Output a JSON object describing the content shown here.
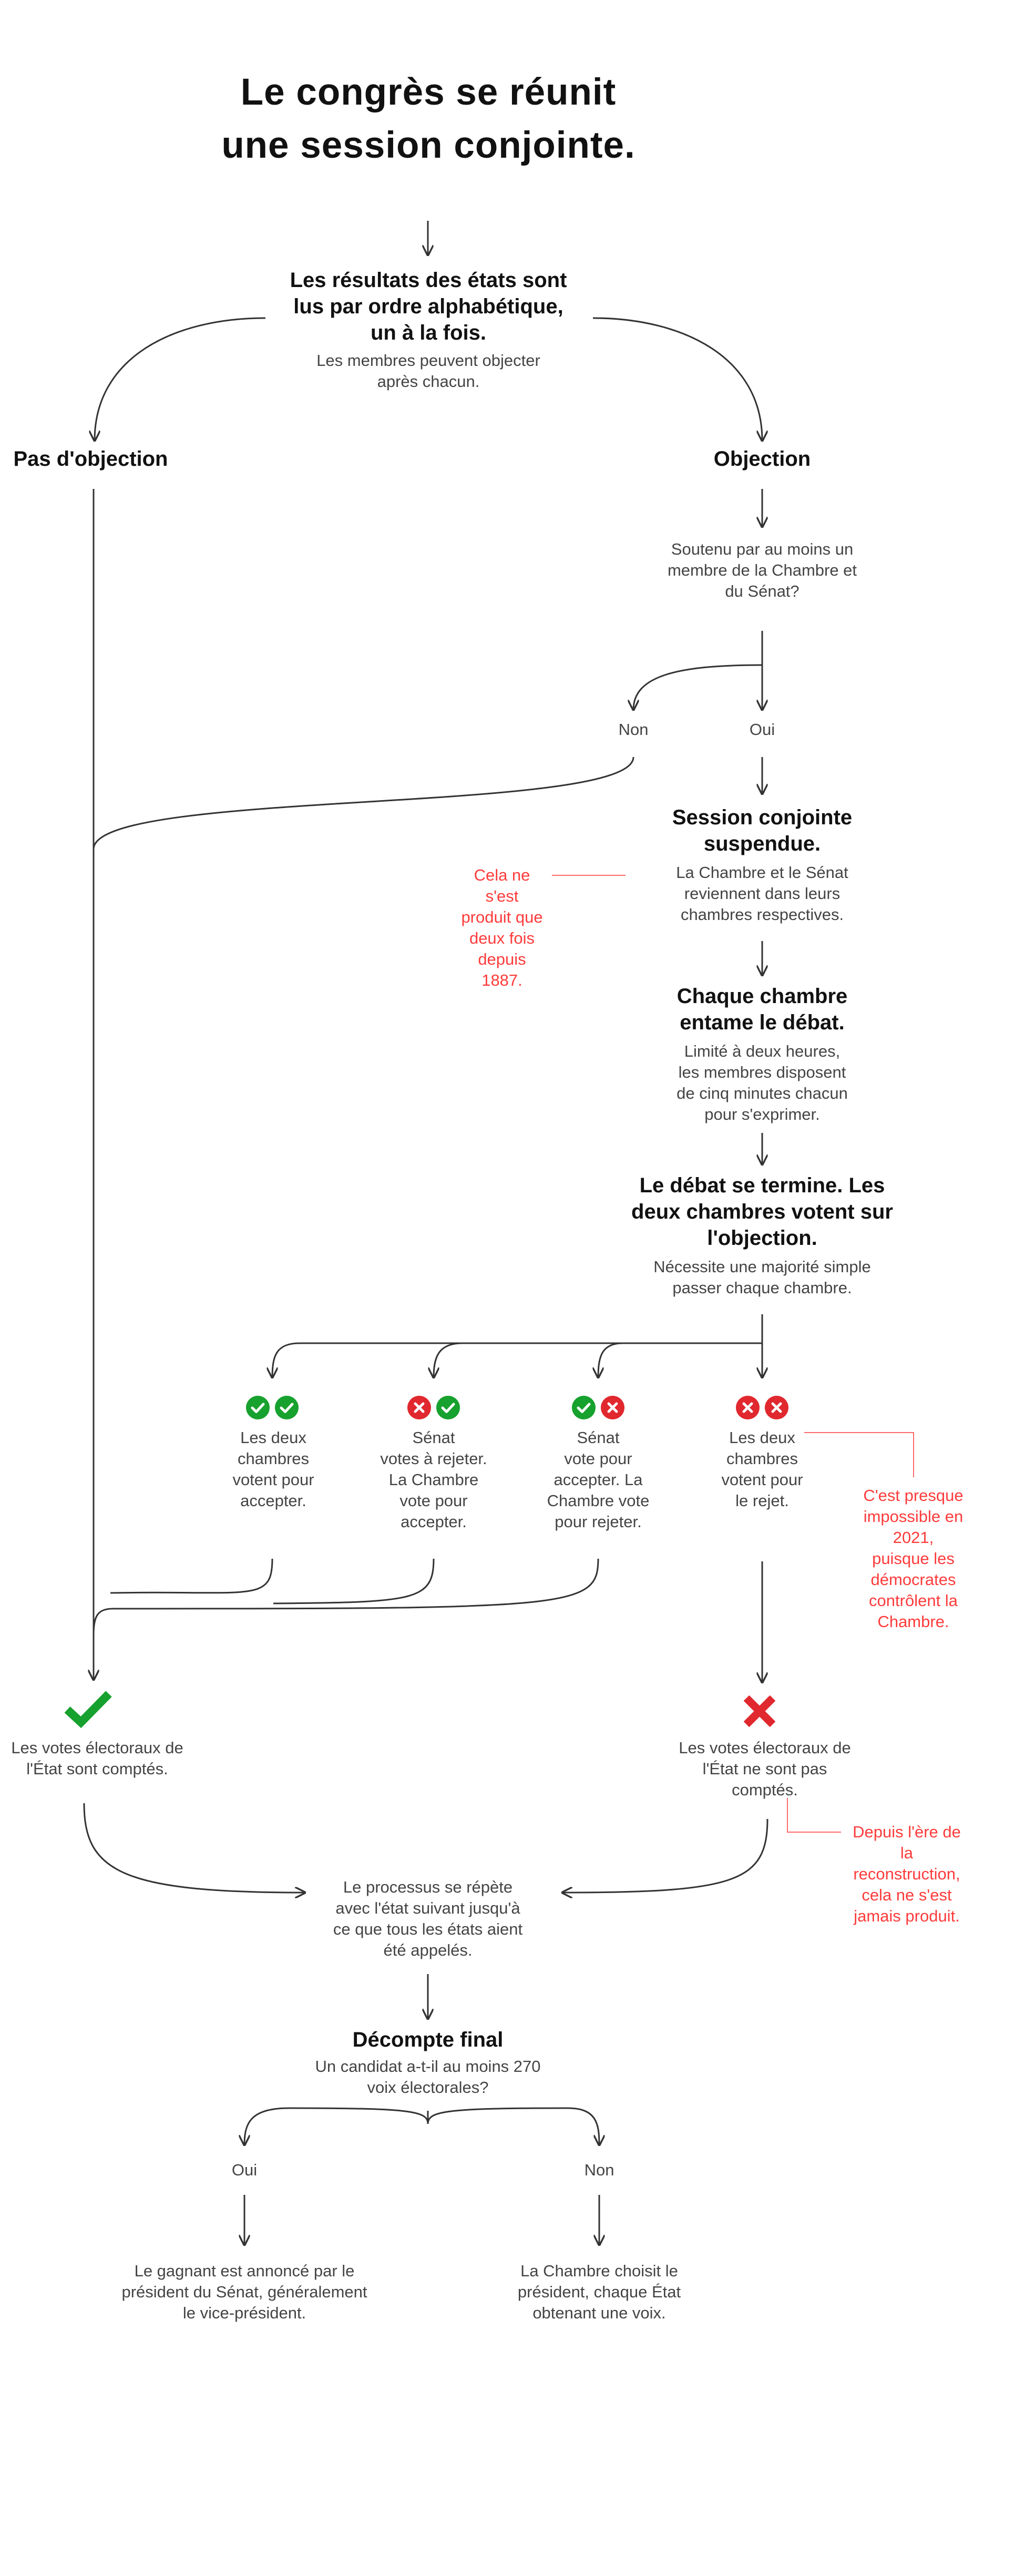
{
  "title": [
    "Le congrès se réunit",
    "une session conjointe."
  ],
  "colors": {
    "accent": "#ff3b3b",
    "yes": "#17a12e",
    "no": "#e0282e",
    "line": "#333333"
  },
  "nodes": {
    "read_results": {
      "bold": [
        "Les résultats des états sont",
        "lus par ordre alphabétique,",
        "un à la fois."
      ],
      "body": [
        "Les membres peuvent objecter",
        "après chacun."
      ]
    },
    "no_objection": "Pas d'objection",
    "objection": "Objection",
    "supported": [
      "Soutenu par au moins un",
      "membre de la Chambre et",
      "du Sénat?"
    ],
    "non": "Non",
    "oui": "Oui",
    "suspended": {
      "bold": [
        "Session conjointe",
        "suspendue."
      ],
      "body": [
        "La Chambre et le Sénat",
        "reviennent dans leurs",
        "chambres respectives."
      ]
    },
    "debate": {
      "bold": [
        "Chaque chambre",
        "entame le débat."
      ],
      "body": [
        "Limité à deux heures,",
        "les membres disposent",
        "de cinq minutes chacun",
        "pour s'exprimer."
      ]
    },
    "vote": {
      "bold": [
        "Le débat se termine. Les",
        "deux chambres votent sur",
        "l'objection."
      ],
      "body": [
        "Nécessite une majorité simple",
        "passer chaque chambre."
      ]
    },
    "outcomes": [
      {
        "icons": [
          "check-icon",
          "check-icon"
        ],
        "lines": [
          "Les deux",
          "chambres",
          "votent pour",
          "accepter."
        ]
      },
      {
        "icons": [
          "x-icon",
          "check-icon"
        ],
        "lines": [
          "Sénat",
          "votes à rejeter.",
          "La Chambre",
          "vote pour",
          "accepter."
        ]
      },
      {
        "icons": [
          "check-icon",
          "x-icon"
        ],
        "lines": [
          "Sénat",
          "vote pour",
          "accepter. La",
          "Chambre vote",
          "pour rejeter."
        ]
      },
      {
        "icons": [
          "x-icon",
          "x-icon"
        ],
        "lines": [
          "Les deux",
          "chambres",
          "votent pour",
          "le rejet."
        ]
      }
    ],
    "counted": [
      "Les votes électoraux de",
      "l'État sont comptés."
    ],
    "not_counted": [
      "Les votes électoraux de",
      "l'État ne sont pas",
      "comptés."
    ],
    "repeat": [
      "Le processus se répète",
      "avec l'état suivant jusqu'à",
      "ce que tous les états aient",
      "été appelés."
    ],
    "final": {
      "bold": "Décompte final",
      "body": [
        "Un candidat a-t-il au moins 270",
        "voix électorales?"
      ]
    },
    "final_oui": "Oui",
    "final_non": "Non",
    "winner": [
      "Le gagnant est annoncé par le",
      "président du Sénat, généralement",
      "le vice-président."
    ],
    "house_chooses": [
      "La Chambre choisit le",
      "président, chaque État",
      "obtenant une voix."
    ]
  },
  "notes": {
    "twice": [
      "Cela ne",
      "s'est",
      "produit que",
      "deux fois",
      "depuis",
      "1887."
    ],
    "impossible": [
      "C'est presque",
      "impossible en",
      "2021,",
      "puisque les",
      "démocrates",
      "contrôlent la",
      "Chambre."
    ],
    "reconstruction": [
      "Depuis l'ère de",
      "la",
      "reconstruction,",
      "cela ne s'est",
      "jamais produit."
    ]
  }
}
